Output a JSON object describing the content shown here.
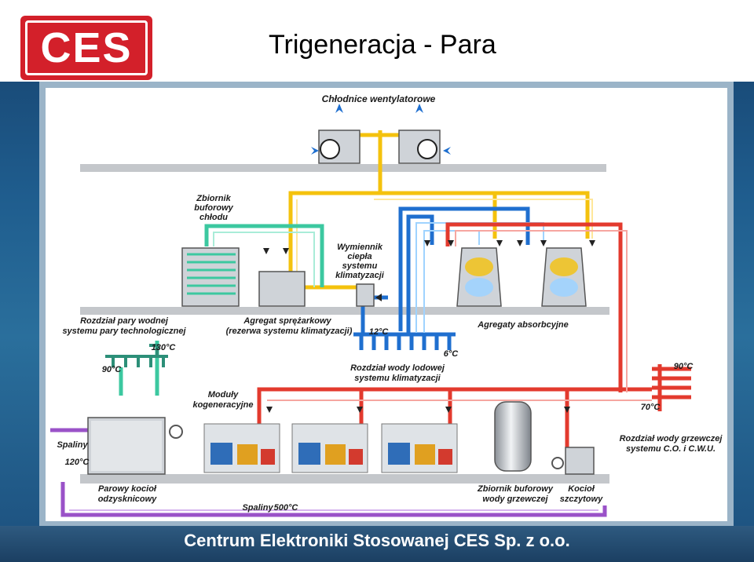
{
  "header": {
    "logo_text": "CES",
    "title": "Trigeneracja - Para"
  },
  "footer": {
    "text": "Centrum Elektroniki Stosowanej CES Sp. z o.o."
  },
  "colors": {
    "steam_yellow": "#f4c20d",
    "chilled_blue": "#1f6fcf",
    "cooling_green": "#3cc8a0",
    "hot_red": "#e33a2e",
    "exhaust_purple": "#9a52c8",
    "logo_red": "#d3202a"
  },
  "diagram": {
    "labels": {
      "coolers": "Chłodnice wentylatorowe",
      "buffer_tank_cold_1": "Zbiornik",
      "buffer_tank_cold_2": "buforowy",
      "buffer_tank_cold_3": "chłodu",
      "heat_exchanger_1": "Wymiennik",
      "heat_exchanger_2": "ciepła",
      "heat_exchanger_3": "systemu",
      "heat_exchanger_4": "klimatyzacji",
      "steam_dist_1": "Rozdział pary wodnej",
      "steam_dist_2": "systemu pary technologicznej",
      "compressor_1": "Agregat  sprężarkowy",
      "compressor_2": "(rezerwa systemu klimatyzacji)",
      "absorption": "Agregaty absorbcyjne",
      "temp_12": "12°C",
      "temp_6": "6°C",
      "temp_130": "130°C",
      "temp_90_left": "90°C",
      "temp_90_right": "90°C",
      "temp_70": "70°C",
      "temp_120": "120°C",
      "temp_500": "500°C",
      "ice_dist_1": "Rozdział wody lodowej",
      "ice_dist_2": "systemu klimatyzacji",
      "cogen_1": "Moduły",
      "cogen_2": "kogeneracyjne",
      "exhaust_left": "Spaliny",
      "exhaust_bottom": "Spaliny",
      "heating_dist_1": "Rozdział wody grzewczej",
      "heating_dist_2": "systemu C.O. i C.W.U.",
      "boiler_recovery_1": "Parowy kocioł",
      "boiler_recovery_2": "odzysknicowy",
      "buffer_hot_1": "Zbiornik buforowy",
      "buffer_hot_2": "wody grzewczej",
      "peak_boiler_1": "Kocioł",
      "peak_boiler_2": "szczytowy"
    }
  }
}
